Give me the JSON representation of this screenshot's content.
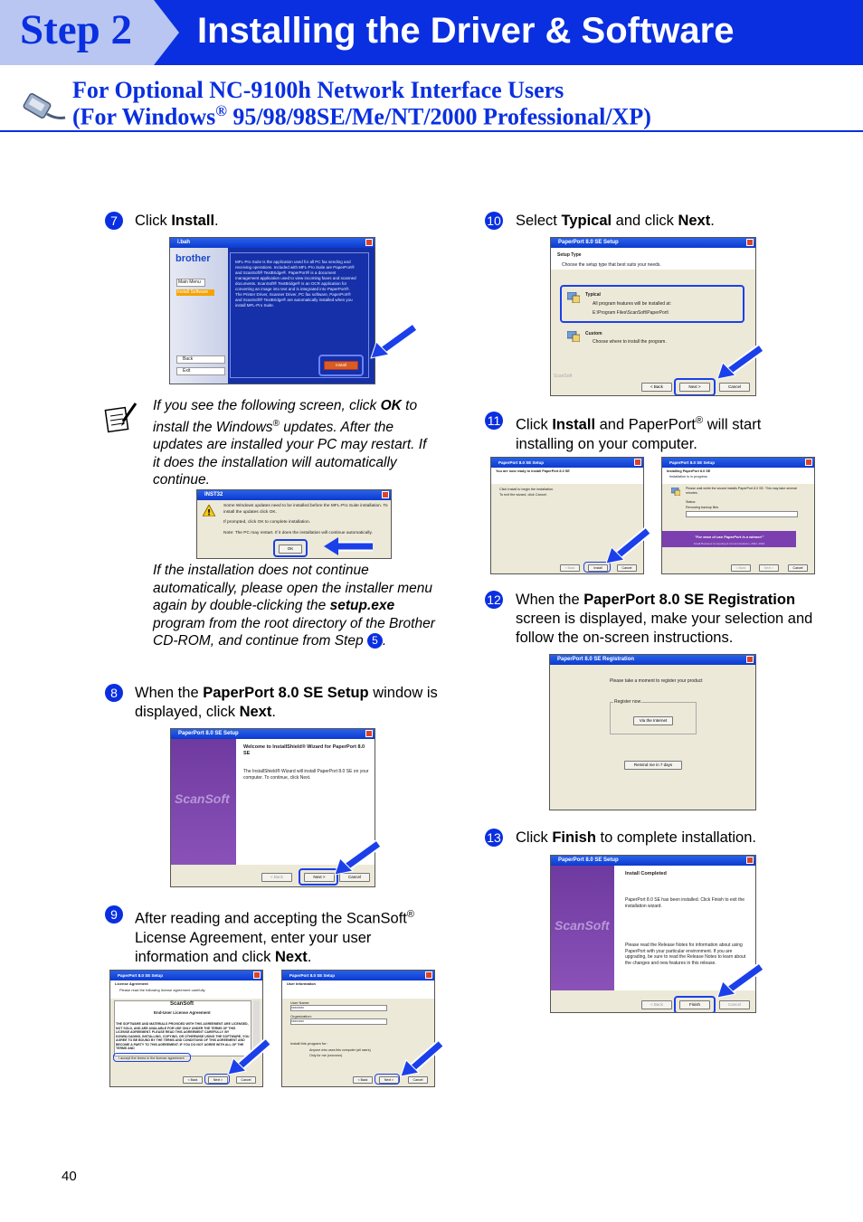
{
  "header": {
    "step": "Step 2",
    "title": "Installing the Driver & Software",
    "subtitle_line1": "For Optional NC-9100h Network Interface Users",
    "subtitle_line2_a": "(For Windows",
    "subtitle_line2_reg": "®",
    "subtitle_line2_b": " 95/98/98SE/Me/NT/2000 Professional/XP)"
  },
  "steps": {
    "s7": {
      "num": "7",
      "pre": "Click ",
      "bold": "Install",
      "post": "."
    },
    "s8": {
      "num": "8",
      "pre": "When the ",
      "bold": "PaperPort 8.0 SE Setup",
      "mid": " window is displayed, click ",
      "bold2": "Next",
      "post": "."
    },
    "s9": {
      "num": "9",
      "pre": "After reading and accepting the ScanSoft",
      "reg": "®",
      "mid": " License Agreement, enter your user information and click ",
      "bold": "Next",
      "post": "."
    },
    "s10": {
      "num": "10",
      "pre": "Select ",
      "bold": "Typical",
      "mid": " and click ",
      "bold2": "Next",
      "post": "."
    },
    "s11": {
      "num": "11",
      "pre": "Click ",
      "bold": "Install",
      "mid": " and PaperPort",
      "reg": "®",
      "post": " will start installing on your computer."
    },
    "s12": {
      "num": "12",
      "pre": "When the ",
      "bold": "PaperPort 8.0 SE Registration",
      "post": " screen is displayed, make your selection and follow the on-screen instructions."
    },
    "s13": {
      "num": "13",
      "pre": "Click ",
      "bold": "Finish",
      "post": " to complete installation."
    }
  },
  "note": {
    "p1_a": "If you see the following screen, click ",
    "p1_bold": "OK",
    "p1_b": " to install the Windows",
    "p1_reg": "®",
    "p1_c": " updates. After the updates are installed your PC may restart. If it does the installation will automatically continue.",
    "p2_a": "If the installation does not continue automatically, please open the installer menu again by double-clicking the ",
    "p2_bold": "setup.exe",
    "p2_b": " program from the root directory of the Brother CD-ROM, and continue from Step ",
    "p2_step": "5",
    "p2_c": "."
  },
  "screens": {
    "brother": {
      "title": "i.bah",
      "logo": "brother",
      "menu1": "Main Menu",
      "menu2": "Install Software",
      "back": "Back",
      "exit": "Exit",
      "text": "MFL-Pro Suite is the application used for all PC fax sending and receiving operations. Included with MFL-Pro Suite are PaperPort® and ScanSoft® TextBridge®. PaperPort® is a document management application used to view incoming faxes and scanned documents. ScanSoft® TextBridge® is an OCR application for converting an image into text and is integrated into PaperPort®. The Printer Driver, Scanner Driver, PC fax software, PaperPort® and ScanSoft® TextBridge® are automatically installed when you install MFL-Pro Suite.",
      "install": "Install"
    },
    "inst32": {
      "title": "INST32",
      "line1": "Some Windows updates need to be installed before the MFL-Pro Suite installation. To install the updates click OK.",
      "line2": "If prompted, click OK to complete installation.",
      "line3": "Note: The PC may restart. If it does the installation will continue automatically.",
      "ok": "OK"
    },
    "setup_welcome": {
      "title": "PaperPort 8.0 SE Setup",
      "brand": "ScanSoft",
      "heading": "Welcome to InstallShield® Wizard for PaperPort 8.0 SE",
      "text": "The InstallShield® Wizard will install PaperPort 8.0 SE on your computer. To continue, click Next.",
      "back": "< Back",
      "next": "Next >",
      "cancel": "Cancel"
    },
    "license": {
      "title": "PaperPort 8.0 SE Setup",
      "heading": "License Agreement",
      "sub": "Please read the following license agreement carefully.",
      "brand": "ScanSoft",
      "eula": "End-User License Agreement",
      "body": "THE SOFTWARE AND MATERIALS PROVIDED WITH THIS AGREEMENT ARE LICENSED, NOT SOLD, AND ARE AVAILABLE FOR USE ONLY UNDER THE TERMS OF THIS LICENSE AGREEMENT. PLEASE READ THIS AGREEMENT CAREFULLY. BY DOWNLOADING, INSTALLING, COPYING, OR OTHERWISE USING THE SOFTWARE, YOU AGREE TO BE BOUND BY THE TERMS AND CONDITIONS OF THIS AGREEMENT AND BECOME A PARTY TO THIS AGREEMENT. IF YOU DO NOT AGREE WITH ALL OF THE TERMS AND",
      "accept": "I accept the terms in the license agreement",
      "back": "< Back",
      "next": "Next >",
      "cancel": "Cancel"
    },
    "userinfo": {
      "title": "PaperPort 8.0 SE Setup",
      "heading": "User Information",
      "user_label": "User Name:",
      "user_val": "xxxxxxxx",
      "org_label": "Organization:",
      "org_val": "xxxxxxxx",
      "install_for": "Install this program for:",
      "opt1": "Anyone who uses this computer (all users)",
      "opt2": "Only for me (xxxxxxxx)",
      "back": "< Back",
      "next": "Next >",
      "cancel": "Cancel"
    },
    "setup_type": {
      "title": "PaperPort 8.0 SE Setup",
      "heading": "Setup Type",
      "sub": "Choose the setup type that best suits your needs.",
      "typical": "Typical",
      "typical_desc": "All program features will be installed at:",
      "typical_path": "E:\\Program Files\\ScanSoft\\PaperPort\\",
      "custom": "Custom",
      "custom_desc": "Choose where to install the program.",
      "footer": "ScanSoft",
      "back": "< Back",
      "next": "Next >",
      "cancel": "Cancel"
    },
    "ready": {
      "title": "PaperPort 8.0 SE Setup",
      "heading": "You are now ready to install PaperPort 8.0 SE",
      "line1": "Click Install to begin the installation.",
      "line2": "To exit the wizard, click Cancel.",
      "back": "< Back",
      "install": "Install",
      "cancel": "Cancel"
    },
    "installing": {
      "title": "PaperPort 8.0 SE Setup",
      "heading": "Installing PaperPort 8.0 SE",
      "sub": "Installation is in progress",
      "wait": "Please wait while the wizard installs PaperPort 8.0 SE. This may take several minutes.",
      "status_label": "Status:",
      "status": "Removing backup files",
      "banner": "\"For ease of use PaperPort is a winner!\"",
      "banner_sub": "Small Business Computing & Communications, 2001, 2002",
      "back": "< Back",
      "next": "Next >",
      "cancel": "Cancel"
    },
    "registration": {
      "title": "PaperPort 8.0 SE Registration",
      "text": "Please take a moment to register your product",
      "group": "Register now",
      "via": "Via the Internet",
      "remind": "Remind me in 7 days"
    },
    "finish": {
      "title": "PaperPort 8.0 SE Setup",
      "brand": "ScanSoft",
      "heading": "Install Completed",
      "text1": "PaperPort 8.0 SE has been installed. Click Finish to exit the installation wizard.",
      "text2": "Please read the Release Notes for information about using PaperPort with your particular environment. If you are upgrading, be sure to read the Release Notes to learn about the changes and new features in this release.",
      "back": "< Back",
      "finish": "Finish",
      "cancel": "Cancel"
    }
  },
  "page_number": "40",
  "colors": {
    "brand_blue": "#0a2fe0",
    "scansoft_purple": "#7b45ab"
  }
}
